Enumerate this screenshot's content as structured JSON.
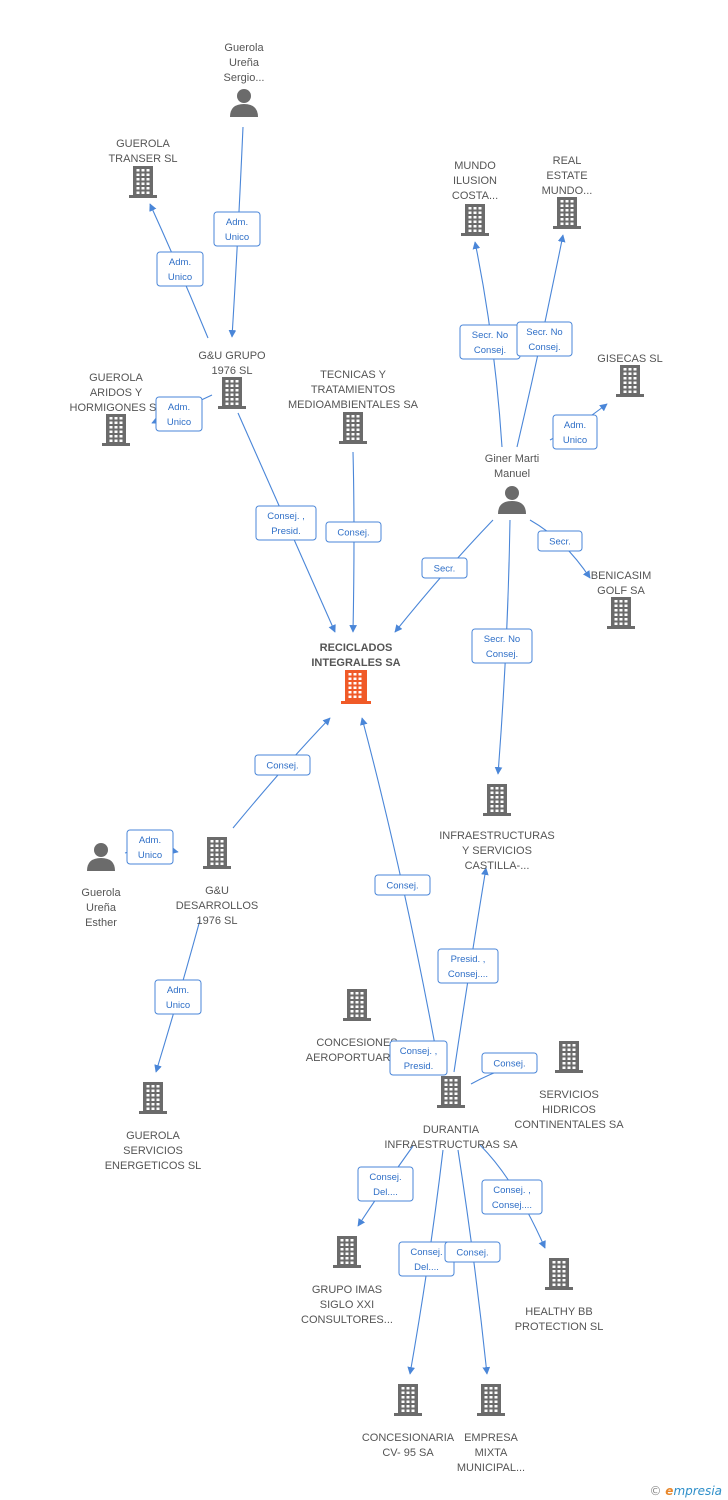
{
  "colors": {
    "edge": "#4a86d8",
    "icon": "#6b6b6b",
    "main_icon": "#f05a28",
    "label": "#555555"
  },
  "nodes": [
    {
      "id": "guerola_sergio",
      "kind": "person",
      "lines": [
        "Guerola",
        "Ureña",
        "Sergio..."
      ]
    },
    {
      "id": "guerola_transer",
      "kind": "company",
      "lines": [
        "GUEROLA",
        "TRANSER SL"
      ]
    },
    {
      "id": "gu_grupo",
      "kind": "company",
      "lines": [
        "G&U GRUPO",
        "1976 SL"
      ]
    },
    {
      "id": "guerola_aridos",
      "kind": "company",
      "lines": [
        "GUEROLA",
        "ARIDOS Y",
        "HORMIGONES SL"
      ]
    },
    {
      "id": "tecnicas",
      "kind": "company",
      "lines": [
        "TECNICAS Y",
        "TRATAMIENTOS",
        "MEDIOAMBIENTALES SA"
      ]
    },
    {
      "id": "mundo_ilusion",
      "kind": "company",
      "lines": [
        "MUNDO",
        "ILUSION",
        "COSTA..."
      ]
    },
    {
      "id": "real_estate",
      "kind": "company",
      "lines": [
        "REAL",
        "ESTATE",
        "MUNDO..."
      ]
    },
    {
      "id": "gisecas",
      "kind": "company",
      "lines": [
        "GISECAS SL"
      ]
    },
    {
      "id": "giner",
      "kind": "person",
      "lines": [
        "Giner Marti",
        "Manuel"
      ]
    },
    {
      "id": "benicasim",
      "kind": "company",
      "lines": [
        "BENICASIM",
        "GOLF SA"
      ]
    },
    {
      "id": "reciclados",
      "kind": "main",
      "lines": [
        "RECICLADOS",
        "INTEGRALES SA"
      ]
    },
    {
      "id": "infraestructuras_cast",
      "kind": "company",
      "lines": [
        "INFRAESTRUCTURAS",
        "Y SERVICIOS",
        "CASTILLA-..."
      ]
    },
    {
      "id": "guerola_esther",
      "kind": "person",
      "lines": [
        "Guerola",
        "Ureña",
        "Esther"
      ]
    },
    {
      "id": "gu_desarrollos",
      "kind": "company",
      "lines": [
        "G&U",
        "DESARROLLOS",
        "1976 SL"
      ]
    },
    {
      "id": "concesiones",
      "kind": "company",
      "lines": [
        "CONCESIONES",
        "AEROPORTUARIAS"
      ]
    },
    {
      "id": "servicios_hidricos",
      "kind": "company",
      "lines": [
        "SERVICIOS",
        "HIDRICOS",
        "CONTINENTALES SA"
      ]
    },
    {
      "id": "guerola_servicios",
      "kind": "company",
      "lines": [
        "GUEROLA",
        "SERVICIOS",
        "ENERGETICOS SL"
      ]
    },
    {
      "id": "durantia",
      "kind": "company",
      "lines": [
        "DURANTIA",
        "INFRAESTRUCTURAS SA"
      ]
    },
    {
      "id": "grupo_imas",
      "kind": "company",
      "lines": [
        "GRUPO IMAS",
        "SIGLO XXI",
        "CONSULTORES..."
      ]
    },
    {
      "id": "healthy",
      "kind": "company",
      "lines": [
        "HEALTHY BB",
        "PROTECTION  SL"
      ]
    },
    {
      "id": "concesionaria",
      "kind": "company",
      "lines": [
        "CONCESIONARIA",
        "CV- 95 SA"
      ]
    },
    {
      "id": "empresa_mixta",
      "kind": "company",
      "lines": [
        "EMPRESA",
        "MIXTA",
        "MUNICIPAL..."
      ]
    }
  ],
  "edges": [
    {
      "id": "e1",
      "lines": [
        "Adm.",
        "Unico"
      ]
    },
    {
      "id": "e2",
      "lines": [
        "Adm.",
        "Unico"
      ]
    },
    {
      "id": "e3",
      "lines": [
        "Adm.",
        "Unico"
      ]
    },
    {
      "id": "e4",
      "lines": [
        "Consej. ,",
        "Presid."
      ]
    },
    {
      "id": "e5",
      "lines": [
        "Consej."
      ]
    },
    {
      "id": "e6",
      "lines": [
        "Secr. No",
        "Consej."
      ]
    },
    {
      "id": "e7",
      "lines": [
        "Secr. No",
        "Consej."
      ]
    },
    {
      "id": "e8",
      "lines": [
        "Adm.",
        "Unico"
      ]
    },
    {
      "id": "e9",
      "lines": [
        "Secr."
      ]
    },
    {
      "id": "e10",
      "lines": [
        "Secr."
      ]
    },
    {
      "id": "e11",
      "lines": [
        "Secr. No",
        "Consej."
      ]
    },
    {
      "id": "e12",
      "lines": [
        "Consej."
      ]
    },
    {
      "id": "e13",
      "lines": [
        "Adm.",
        "Unico"
      ]
    },
    {
      "id": "e14",
      "lines": [
        "Adm.",
        "Unico"
      ]
    },
    {
      "id": "e15",
      "lines": [
        "Consej."
      ]
    },
    {
      "id": "e16",
      "lines": [
        "Presid. ,",
        "Consej...."
      ]
    },
    {
      "id": "e17",
      "lines": [
        "Consej. ,",
        "Presid."
      ]
    },
    {
      "id": "e18",
      "lines": [
        "Consej."
      ]
    },
    {
      "id": "e19",
      "lines": [
        "Consej.",
        "Del...."
      ]
    },
    {
      "id": "e20",
      "lines": [
        "Consej. ,",
        "Consej...."
      ]
    },
    {
      "id": "e21",
      "lines": [
        "Consej.",
        "Del...."
      ]
    },
    {
      "id": "e22",
      "lines": [
        "Consej."
      ]
    }
  ],
  "footer": {
    "copyright": "©",
    "brand_e": "e",
    "brand_rest": "mpresia"
  }
}
